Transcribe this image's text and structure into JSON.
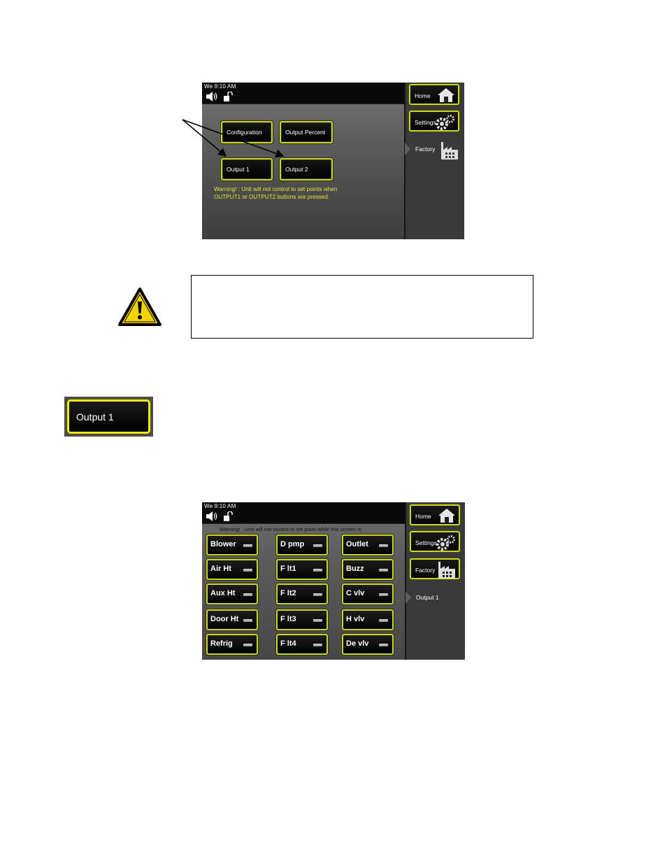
{
  "screen1": {
    "clock": "We 9:10 AM",
    "side": {
      "home_label": "Home",
      "settings_label": "Settings",
      "current_label": "Factory"
    },
    "buttons": {
      "configuration": "Configuration",
      "output_percent": "Output Percent",
      "output1": "Output 1",
      "output2": "Output 2"
    },
    "warning_line1": "Warning! : Unit will not control to set points when",
    "warning_line2": "OUTPUT1 or OUTPUT2 buttons are pressed."
  },
  "big_button": {
    "label": "Output 1"
  },
  "screen2": {
    "clock": "We 9:10 AM",
    "warning": "Warning! : Unit will not control to set point while this screen is",
    "side": {
      "home_label": "Home",
      "settings_label": "Settings",
      "factory_label": "Factory",
      "current_label": "Output 1"
    },
    "grid": [
      [
        "Blower",
        "D pmp",
        "Outlet"
      ],
      [
        "Air Ht",
        "F lt1",
        "Buzz"
      ],
      [
        "Aux Ht",
        "F lt2",
        "C vlv"
      ],
      [
        "Door Ht",
        "F lt3",
        "H vlv"
      ],
      [
        "Refrig",
        "F lt4",
        "De vlv"
      ]
    ]
  },
  "colors": {
    "button_border": "#c9d826",
    "warning_text": "#e8e43c",
    "caution_triangle": "#f3d400"
  }
}
